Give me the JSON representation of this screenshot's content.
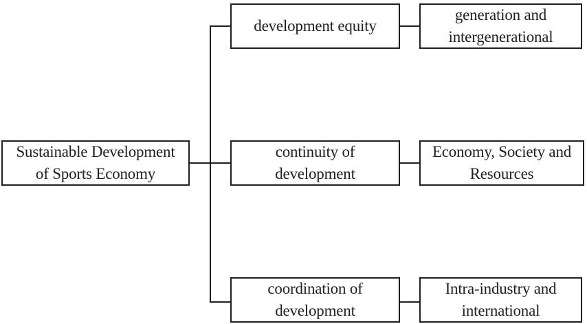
{
  "root": {
    "label_line1": "Sustainable Development",
    "label_line2": "of Sports Economy"
  },
  "branches": [
    {
      "middle": {
        "line1": "development equity",
        "line2": ""
      },
      "leaf": {
        "line1": "generation and",
        "line2": "intergenerational"
      }
    },
    {
      "middle": {
        "line1": "continuity of",
        "line2": "development"
      },
      "leaf": {
        "line1": "Economy, Society and",
        "line2": "Resources"
      }
    },
    {
      "middle": {
        "line1": "coordination of",
        "line2": "development"
      },
      "leaf": {
        "line1": "Intra-industry and",
        "line2": "international"
      }
    }
  ],
  "colors": {
    "ink": "#231f20",
    "background": "#ffffff"
  }
}
